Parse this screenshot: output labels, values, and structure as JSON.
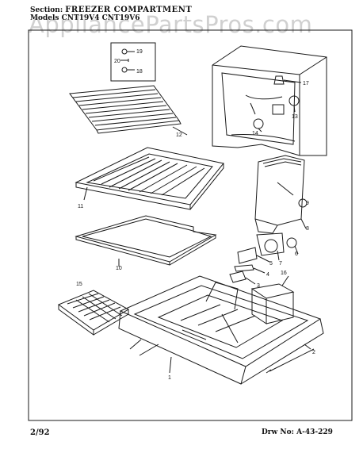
{
  "header": {
    "section_label": "Section:",
    "section_title": "FREEZER COMPARTMENT",
    "models_label": "Models",
    "models_value": "CNT19V4 CNT19V6"
  },
  "watermark": "AppliancePartsPros.com",
  "footer": {
    "date": "2/92",
    "drawing_number": "Drw No: A-43-229"
  },
  "callouts": {
    "c1": "1",
    "c2": "2",
    "c3": "3",
    "c4": "4",
    "c5": "5",
    "c6": "6",
    "c7": "7",
    "c8": "8",
    "c9": "9",
    "c10": "10",
    "c11": "11",
    "c12": "12",
    "c13": "13",
    "c14": "14",
    "c15": "15",
    "c16": "16",
    "c17": "17",
    "c18": "18",
    "c19": "19",
    "c20": "20"
  },
  "colors": {
    "ink": "#1a1a1a",
    "paper": "#ffffff",
    "watermark": "#9a9a9a"
  }
}
